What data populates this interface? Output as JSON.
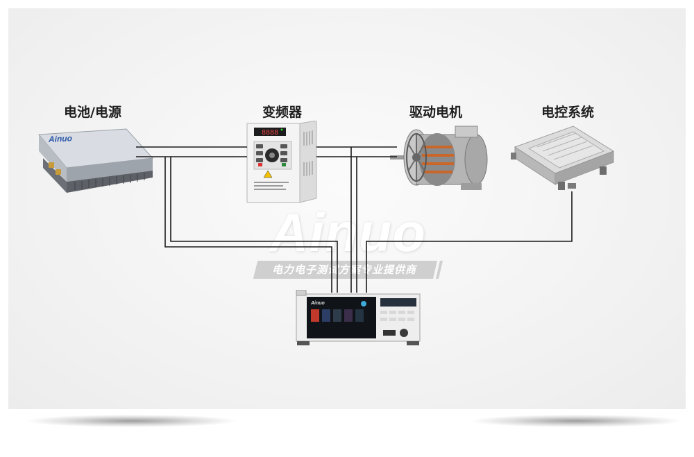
{
  "nodes": {
    "battery": {
      "label": "电池/电源",
      "brand": "Ainuo"
    },
    "inverter": {
      "label": "变频器",
      "display": "8888"
    },
    "motor": {
      "label": "驱动电机"
    },
    "controller": {
      "label": "电控系统"
    },
    "analyzer": {
      "brand": "Ainuo"
    }
  },
  "watermark": {
    "logo_text": "Ainuo",
    "slogan": "电力电子测试方案专业提供商"
  },
  "colors": {
    "wire": "#1a1a1a",
    "background": "#f4f4f4",
    "watermark": "#ffffff"
  }
}
